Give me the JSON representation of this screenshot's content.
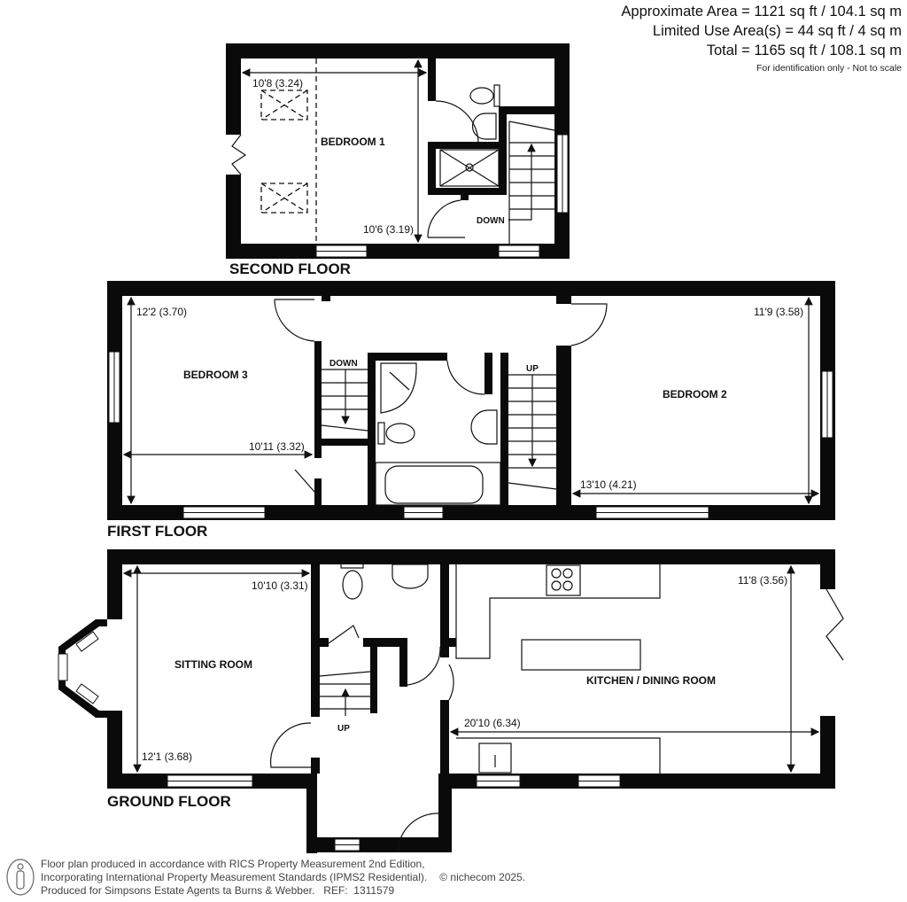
{
  "summary": {
    "approx_area": "Approximate Area = 1121 sq ft / 104.1 sq m",
    "limited_use": "Limited Use Area(s) = 44 sq ft / 4 sq m",
    "total": "Total = 1165 sq ft / 108.1 sq m",
    "note": "For identification only - Not to scale"
  },
  "floors": {
    "second": {
      "label": "SECOND FLOOR",
      "rooms": [
        {
          "name": "BEDROOM 1",
          "width_dim": "10'8 (3.24)",
          "length_dim": "10'6 (3.19)"
        }
      ],
      "stairs": "DOWN"
    },
    "first": {
      "label": "FIRST FLOOR",
      "rooms": [
        {
          "name": "BEDROOM 3",
          "length_dim": "12'2 (3.70)",
          "width_dim": "10'11 (3.32)"
        },
        {
          "name": "BEDROOM 2",
          "length_dim": "11'9 (3.58)",
          "width_dim": "13'10 (4.21)"
        }
      ],
      "stairs_down": "DOWN",
      "stairs_up": "UP"
    },
    "ground": {
      "label": "GROUND FLOOR",
      "rooms": [
        {
          "name": "SITTING ROOM",
          "width_dim": "10'10 (3.31)",
          "length_dim": "12'1 (3.68)"
        },
        {
          "name": "KITCHEN / DINING ROOM",
          "length_dim": "11'8 (3.56)",
          "width_dim": "20'10 (6.34)"
        }
      ],
      "stairs": "UP"
    }
  },
  "footer": {
    "line1": "Floor plan produced in accordance with RICS Property Measurement 2nd Edition,",
    "line2": "Incorporating International Property Measurement Standards (IPMS2 Residential).",
    "copyright": "© nichecom 2025.",
    "line3": "Produced for Simpsons Estate Agents ta Burns & Webber.   REF:  1311579"
  },
  "colors": {
    "wall": "#0a0a0a",
    "background": "#ffffff",
    "text": "#111111"
  }
}
